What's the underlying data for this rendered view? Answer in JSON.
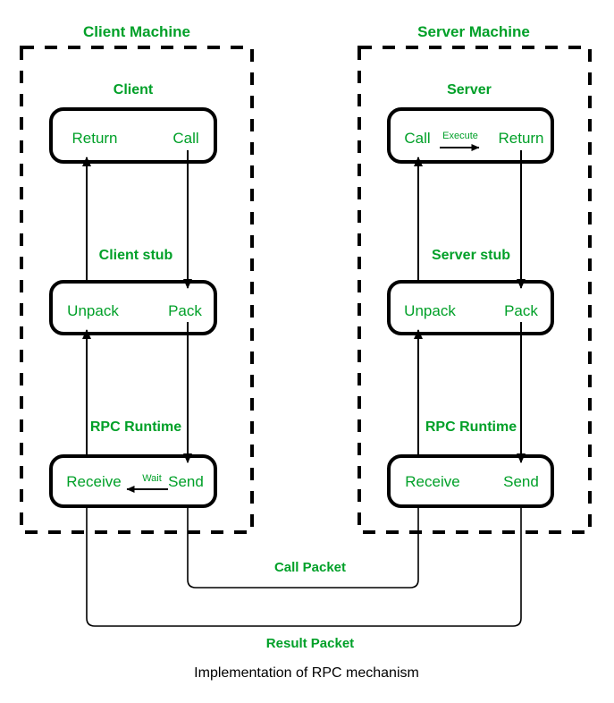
{
  "diagram": {
    "caption": "Implementation of RPC mechanism",
    "accent_color": "#00a028",
    "line_color": "#000000",
    "background_color": "#ffffff",
    "machines": [
      {
        "id": "client-machine",
        "title": "Client Machine",
        "layers": [
          {
            "id": "client",
            "title": "Client",
            "left_label": "Return",
            "right_label": "Call",
            "inner_label": ""
          },
          {
            "id": "client-stub",
            "title": "Client stub",
            "left_label": "Unpack",
            "right_label": "Pack",
            "inner_label": ""
          },
          {
            "id": "client-rpc-runtime",
            "title": "RPC Runtime",
            "left_label": "Receive",
            "right_label": "Send",
            "inner_label": "Wait"
          }
        ]
      },
      {
        "id": "server-machine",
        "title": "Server Machine",
        "layers": [
          {
            "id": "server",
            "title": "Server",
            "left_label": "Call",
            "right_label": "Return",
            "inner_label": "Execute"
          },
          {
            "id": "server-stub",
            "title": "Server stub",
            "left_label": "Unpack",
            "right_label": "Pack",
            "inner_label": ""
          },
          {
            "id": "server-rpc-runtime",
            "title": "RPC Runtime",
            "left_label": "Receive",
            "right_label": "Send",
            "inner_label": ""
          }
        ]
      }
    ],
    "packets": [
      {
        "id": "call-packet",
        "label": "Call Packet"
      },
      {
        "id": "result-packet",
        "label": "Result Packet"
      }
    ]
  }
}
